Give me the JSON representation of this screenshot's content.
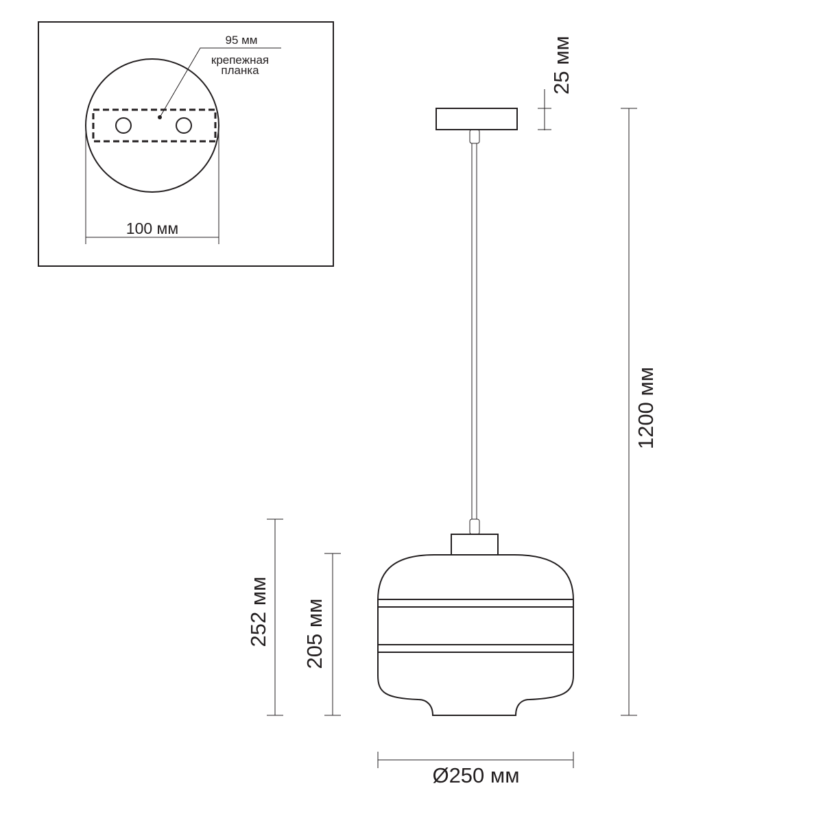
{
  "inset": {
    "bracket_width": "95 мм",
    "bracket_name_line1": "крепежная",
    "bracket_name_line2": "планка",
    "canopy_diameter": "100 мм"
  },
  "dimensions": {
    "canopy_height": "25 мм",
    "total_height": "1200 мм",
    "shade_height_total": "252 мм",
    "shade_height_glass": "205 мм",
    "shade_diameter": "Ø250 мм"
  },
  "colors": {
    "line": "#231f20",
    "background": "#ffffff"
  }
}
